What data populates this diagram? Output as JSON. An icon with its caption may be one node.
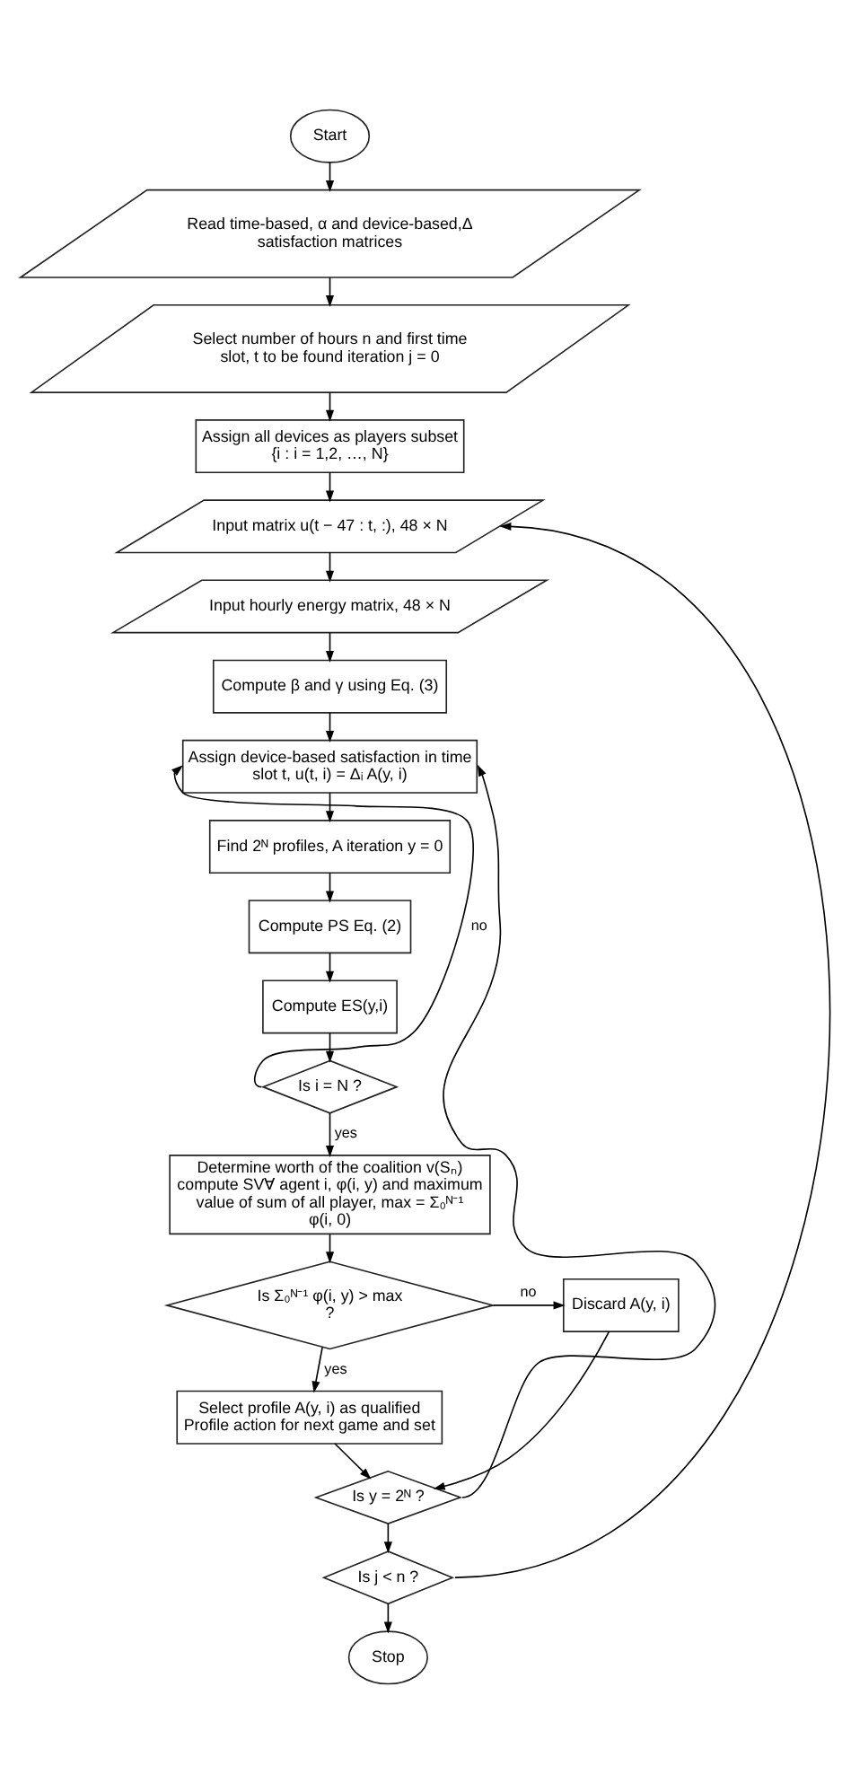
{
  "diagram": {
    "nodes": [
      {
        "text": [
          "Start"
        ]
      },
      {
        "text": [
          "Read time-based, α and device-based,Δ satisfaction matrices"
        ]
      },
      {
        "text": [
          "Select number of hours n and first time slot, t to be found iteration j = 0"
        ]
      },
      {
        "text": [
          "Assign all devices as players subset",
          "{i : i = 1,2, …, N}"
        ]
      },
      {
        "text": [
          "Input matrix u(t − 47 : t, :), 48 × N"
        ]
      },
      {
        "text": [
          "Input hourly energy matrix, 48 × N"
        ]
      },
      {
        "text": [
          "Compute β and γ using Eq. (3)"
        ]
      },
      {
        "text": [
          "Assign device-based satisfaction in time slot t, u(t, i) = Δᵢ A(y, i)"
        ]
      },
      {
        "text": [
          "Find 2ᴺ profiles, A iteration y = 0"
        ]
      },
      {
        "text": [
          "Compute PS Eq. (2)"
        ]
      },
      {
        "text": [
          "Compute ES(y,i)"
        ]
      },
      {
        "text": [
          "Is i = N ?"
        ]
      },
      {
        "text": [
          "Determine worth of the coalition v(Sₙ) compute SV∀ agent i, φ(i, y) and maximum value of sum of all player, max = Σ₀ᴺ⁻¹ φ(i, 0)"
        ]
      },
      {
        "text": [
          "Is Σ₀ᴺ⁻¹ φ(i, y) > max ?"
        ]
      },
      {
        "text": [
          "Discard A(y, i)"
        ]
      },
      {
        "text": [
          "Select profile A(y, i) as qualified Profile action for next game and set"
        ]
      },
      {
        "text": [
          "Is y = 2ᴺ ?"
        ]
      },
      {
        "text": [
          "Is j < n ?"
        ]
      },
      {
        "text": [
          "Stop"
        ]
      }
    ],
    "edges": [
      {
        "from": 0,
        "to": 1,
        "arrow": "to"
      },
      {
        "from": 1,
        "to": 2,
        "arrow": "to"
      },
      {
        "from": 2,
        "to": 3,
        "arrow": "to"
      },
      {
        "from": 3,
        "to": 4,
        "arrow": "to"
      },
      {
        "from": 4,
        "to": 5,
        "arrow": "to"
      },
      {
        "from": 5,
        "to": 6,
        "arrow": "to"
      },
      {
        "from": 6,
        "to": 7,
        "arrow": "to"
      },
      {
        "from": 7,
        "to": 8,
        "arrow": "to"
      },
      {
        "from": 8,
        "to": 9,
        "arrow": "to"
      },
      {
        "from": 9,
        "to": 10,
        "arrow": "to"
      },
      {
        "from": 10,
        "to": 11,
        "arrow": "to"
      },
      {
        "from": 11,
        "to": 7,
        "arrow": "to",
        "label": "no"
      },
      {
        "from": 11,
        "to": 12,
        "arrow": "to",
        "label": "yes"
      },
      {
        "from": 12,
        "to": 13,
        "arrow": "to"
      },
      {
        "from": 13,
        "to": 14,
        "arrow": "to",
        "label": "no"
      },
      {
        "from": 13,
        "to": 15,
        "arrow": "to",
        "label": "yes"
      },
      {
        "from": 14,
        "to": 16,
        "arrow": "to"
      },
      {
        "from": 15,
        "to": 16,
        "arrow": "to"
      },
      {
        "from": 16,
        "to": 7,
        "arrow": "to"
      },
      {
        "from": 16,
        "to": 17,
        "arrow": "to"
      },
      {
        "from": 17,
        "to": 4,
        "arrow": "to"
      },
      {
        "from": 17,
        "to": 18,
        "arrow": "to"
      }
    ]
  }
}
